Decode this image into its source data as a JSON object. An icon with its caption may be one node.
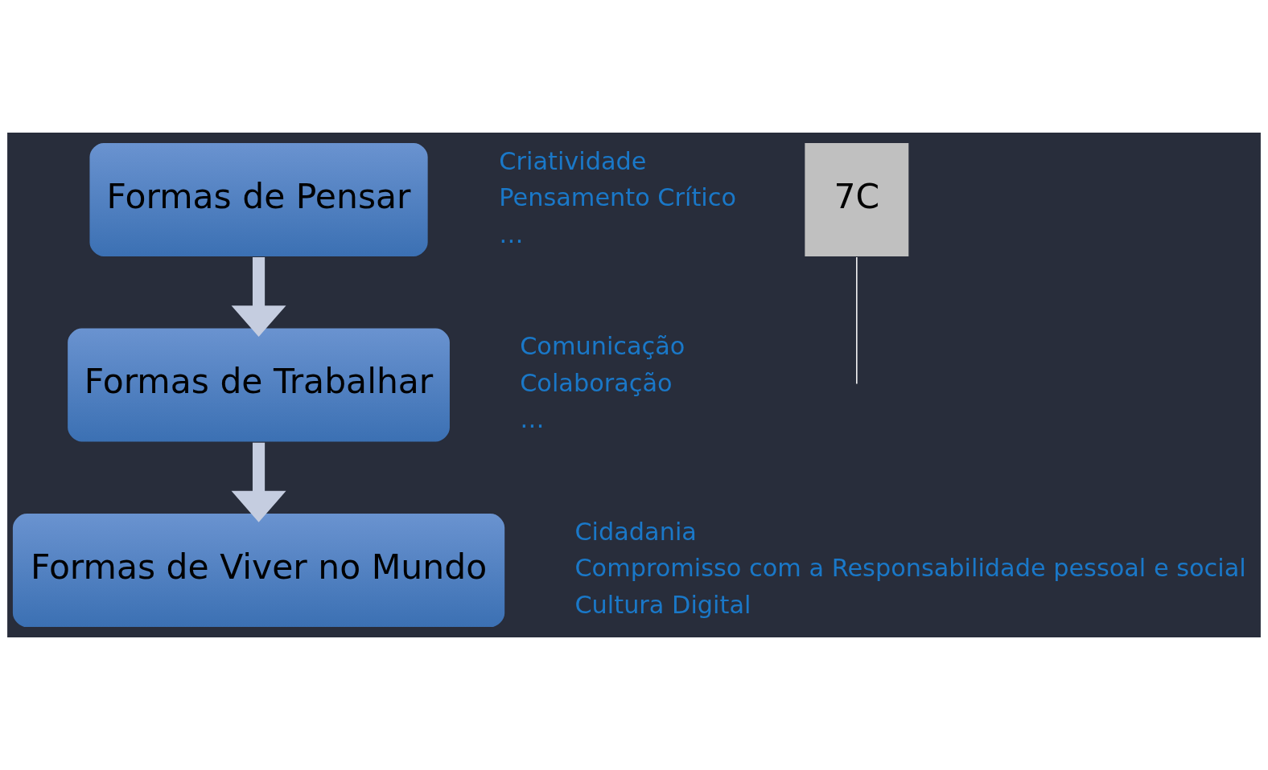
{
  "diagram": {
    "nodes": [
      {
        "text": [
          "Formas de Pensar"
        ],
        "beside": [
          "Criatividade",
          "Pensamento Crítico",
          "…"
        ]
      },
      {
        "text": [
          "Formas de Trabalhar"
        ],
        "beside": [
          "Comunicação",
          "Colaboração",
          "…"
        ]
      },
      {
        "text": [
          "Formas de Viver no Mundo"
        ],
        "beside": [
          "Cidadania",
          "Compromisso com a Responsabilidade pessoal e social",
          "Cultura Digital"
        ]
      },
      {
        "text": [
          "7C"
        ]
      }
    ],
    "edges": [
      {
        "from": 0,
        "to": 1,
        "arrow": "to"
      },
      {
        "from": 1,
        "to": 2,
        "arrow": "to"
      },
      {
        "from": 3,
        "to": null,
        "arrow": "none",
        "color": "#ffffff"
      }
    ]
  }
}
